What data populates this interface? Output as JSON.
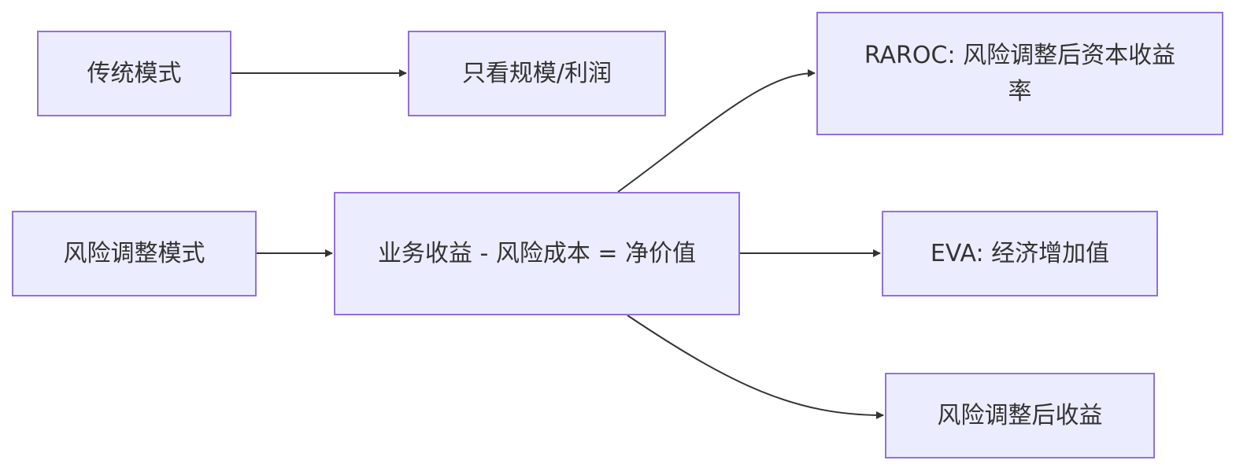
{
  "colors": {
    "node_fill": "#ECECFF",
    "node_border": "#9370DB",
    "edge": "#333333",
    "text": "#333333"
  },
  "nodes": {
    "traditional_mode": "传统模式",
    "scale_profit": "只看规模/利润",
    "risk_adjusted_mode": "风险调整模式",
    "net_value": "业务收益 - 风险成本 = 净价值",
    "raroc": "RAROC: 风险调整后资本收益率",
    "eva": "EVA: 经济增加值",
    "risk_adjusted_return": "风险调整后收益"
  },
  "edges": [
    {
      "from": "traditional_mode",
      "to": "scale_profit"
    },
    {
      "from": "risk_adjusted_mode",
      "to": "net_value"
    },
    {
      "from": "net_value",
      "to": "raroc"
    },
    {
      "from": "net_value",
      "to": "eva"
    },
    {
      "from": "net_value",
      "to": "risk_adjusted_return"
    }
  ]
}
